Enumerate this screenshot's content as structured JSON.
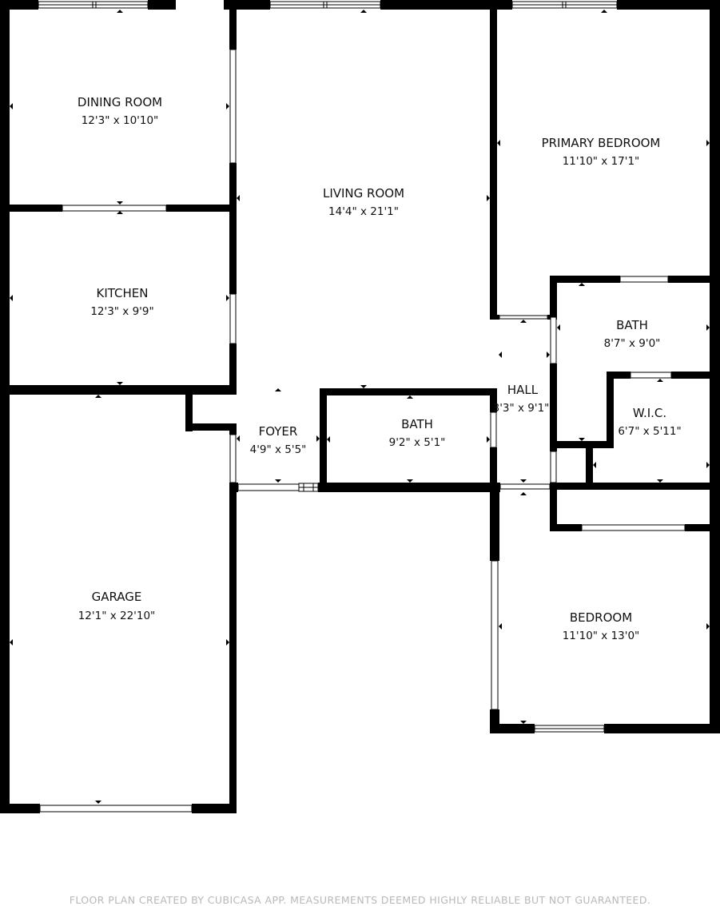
{
  "rooms": {
    "dining": {
      "name": "DINING ROOM",
      "dims": "12'3\" x 10'10\""
    },
    "living": {
      "name": "LIVING ROOM",
      "dims": "14'4\" x 21'1\""
    },
    "primary": {
      "name": "PRIMARY BEDROOM",
      "dims": "11'10\" x 17'1\""
    },
    "kitchen": {
      "name": "KITCHEN",
      "dims": "12'3\" x 9'9\""
    },
    "bath1": {
      "name": "BATH",
      "dims": "8'7\" x 9'0\""
    },
    "hall": {
      "name": "HALL",
      "dims": "3'3\" x 9'1\""
    },
    "wic": {
      "name": "W.I.C.",
      "dims": "6'7\" x 5'11\""
    },
    "foyer": {
      "name": "FOYER",
      "dims": "4'9\" x 5'5\""
    },
    "bath2": {
      "name": "BATH",
      "dims": "9'2\" x 5'1\""
    },
    "garage": {
      "name": "GARAGE",
      "dims": "12'1\" x 22'10\""
    },
    "bedroom": {
      "name": "BEDROOM",
      "dims": "11'10\" x 13'0\""
    }
  },
  "footer": "FLOOR PLAN CREATED BY CUBICASA APP. MEASUREMENTS DEEMED HIGHLY RELIABLE BUT NOT GUARANTEED.",
  "colors": {
    "wall": "#000000",
    "background": "#ffffff",
    "footer_text": "#b8b8b8"
  }
}
